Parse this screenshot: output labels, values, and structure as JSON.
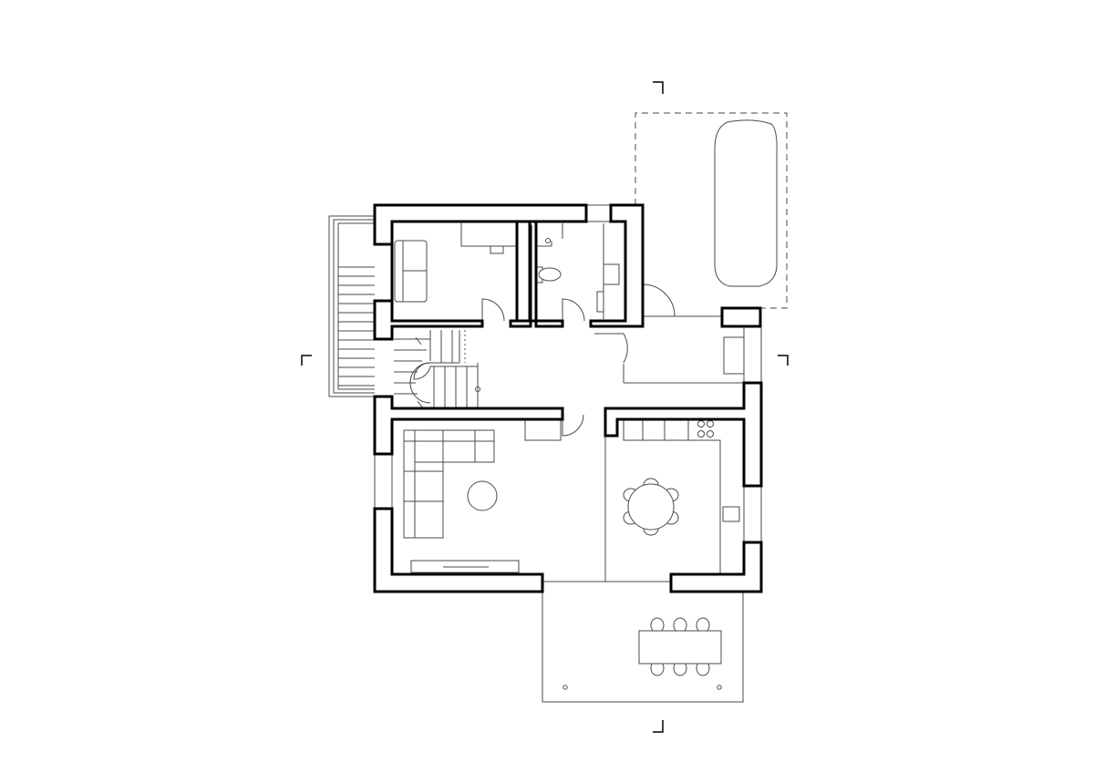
{
  "drawing": {
    "kind": "floor-plan",
    "line_color": "#000000",
    "thin_line_color": "#4a4a4a",
    "background": "#ffffff",
    "section_markers": [
      "section-marker-top",
      "section-marker-bottom",
      "section-marker-left",
      "section-marker-right"
    ],
    "rooms": [
      "room-study",
      "room-bathroom",
      "room-utility",
      "room-hall",
      "room-staircase",
      "room-entrance",
      "room-living",
      "room-kitchen-dining",
      "carport",
      "terrace",
      "balcony"
    ],
    "furniture": [
      "sofa",
      "desk",
      "toilet",
      "shower",
      "sectional-sofa",
      "round-coffee-table",
      "tv-cabinet",
      "sideboard",
      "kitchen-counter",
      "cooktop",
      "round-dining-table",
      "terrace-table",
      "car"
    ]
  }
}
